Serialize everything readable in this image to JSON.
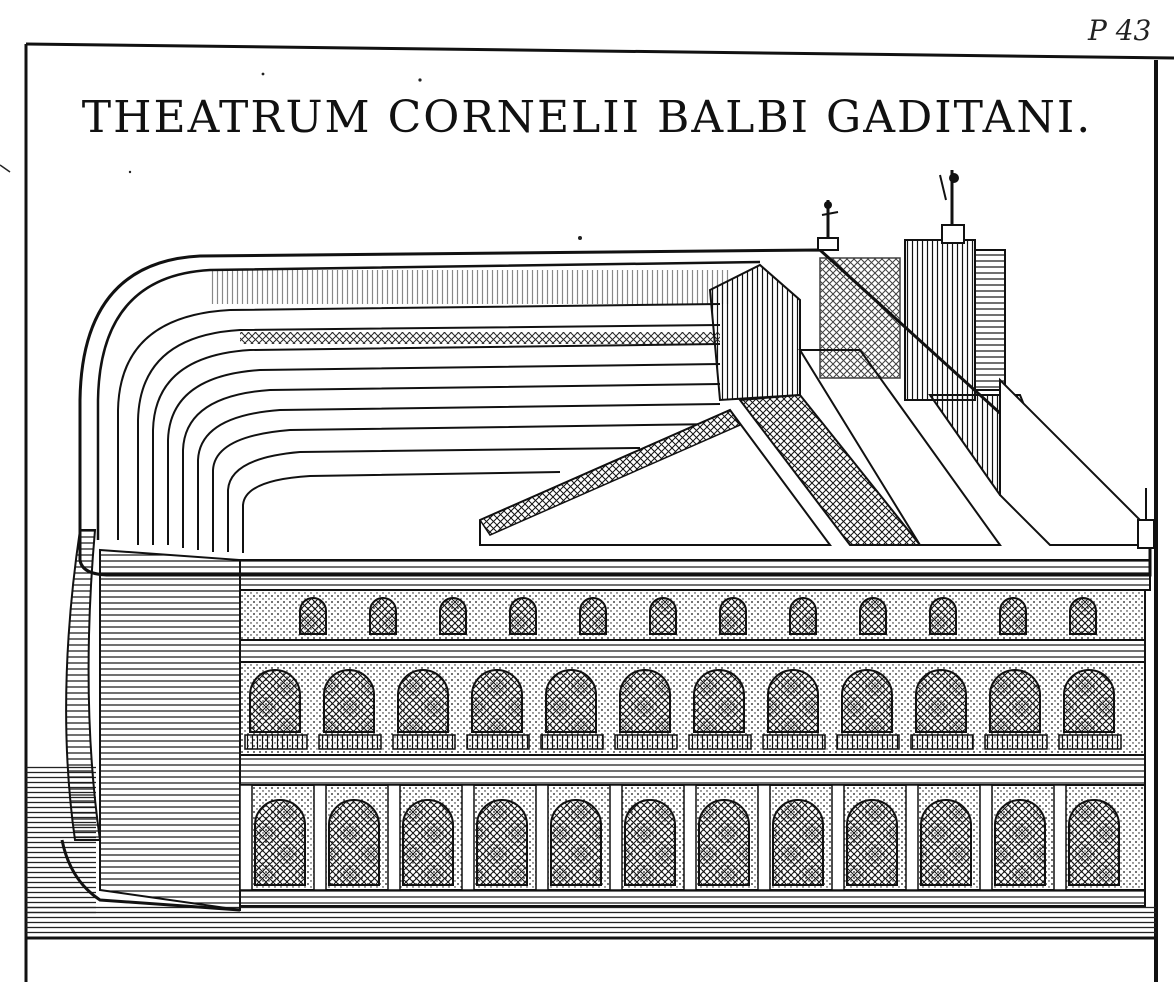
{
  "plate": {
    "title": "THEATRUM CORNELII BALBI GADITANI.",
    "page_number": "P 43",
    "ink_color": "#111111",
    "paper_color": "#ffffff",
    "subject": "theatre-engraving"
  }
}
